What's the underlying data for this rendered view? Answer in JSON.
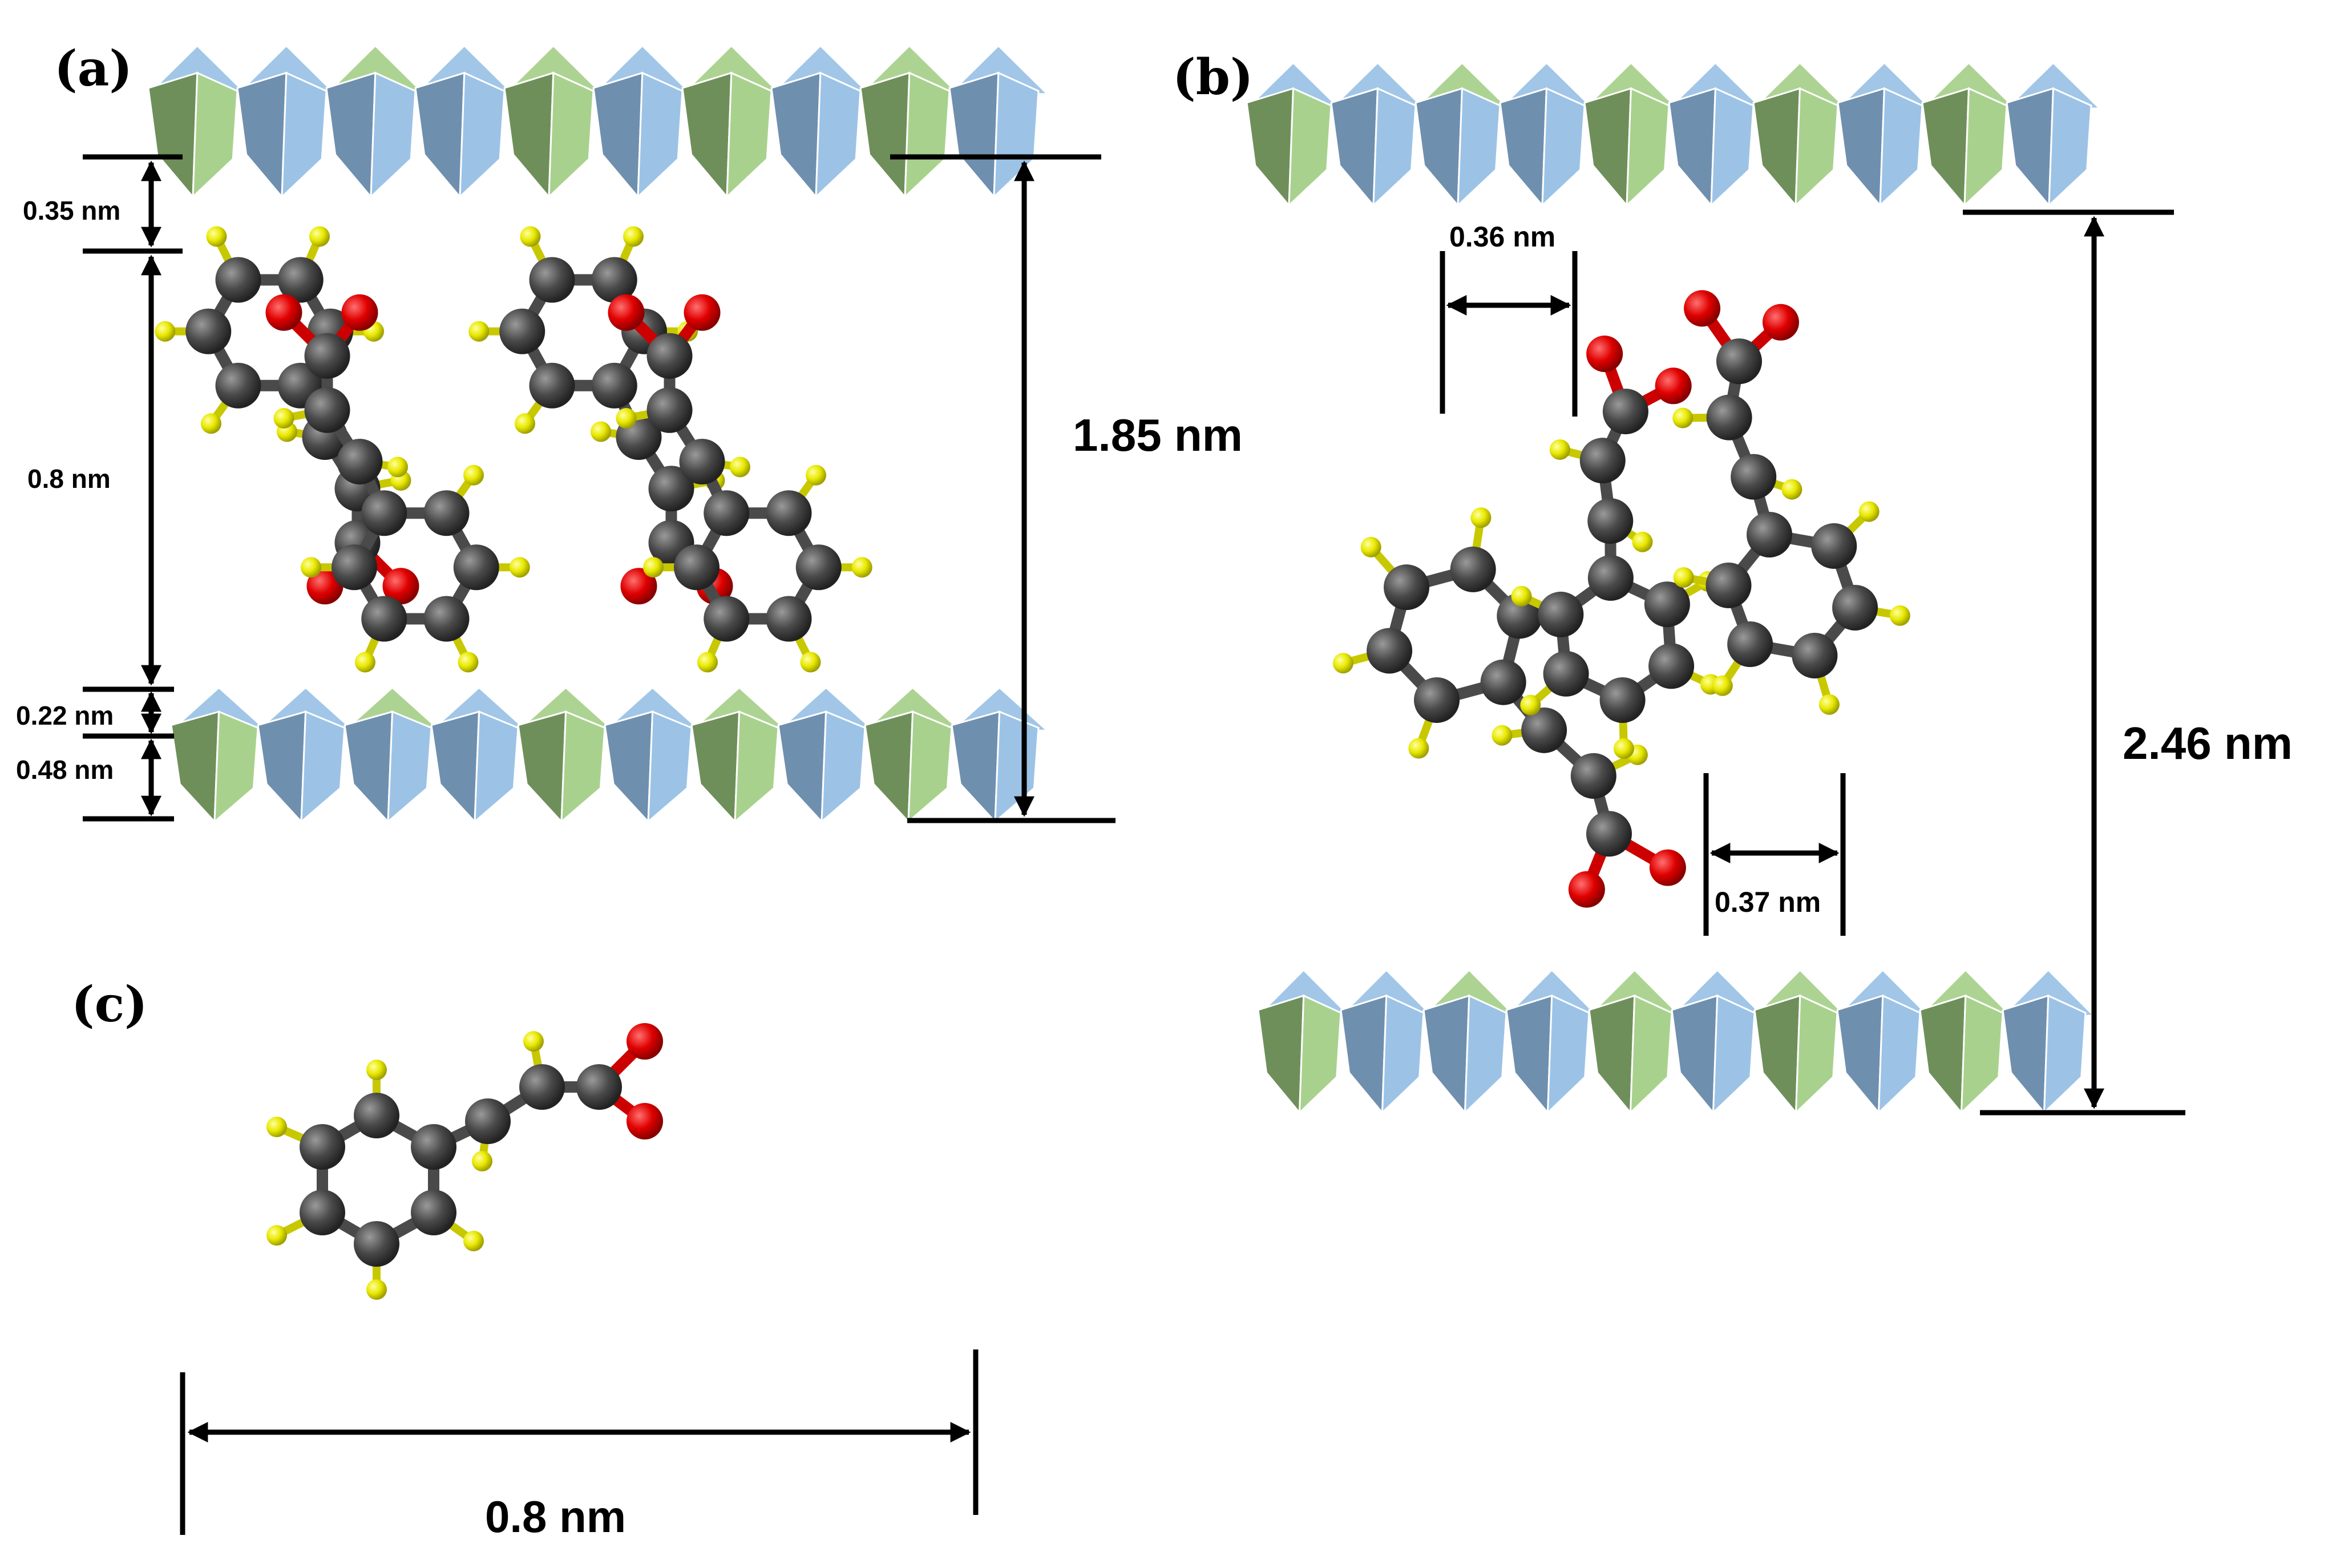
{
  "panels": {
    "a": {
      "label": "(a)",
      "dims": {
        "top_gap": "0.35 nm",
        "molecule": "0.8 nm",
        "bottom_gap": "0.22 nm",
        "layer": "0.48 nm",
        "total": "1.85 nm"
      }
    },
    "b": {
      "label": "(b)",
      "dims": {
        "spacing_left": "0.36 nm",
        "spacing_right": "0.37 nm",
        "total": "2.46 nm"
      }
    },
    "c": {
      "label": "(c)",
      "dims": {
        "length": "0.8 nm"
      }
    }
  },
  "colors": {
    "octahedron_blue": "#9cc3e6",
    "octahedron_blue_dark": "#6f8fae",
    "octahedron_green": "#a9d18e",
    "octahedron_green_dark": "#6f8f5a",
    "carbon": "#4a4a4a",
    "oxygen": "#e00000",
    "hydrogen": "#e8e800"
  }
}
